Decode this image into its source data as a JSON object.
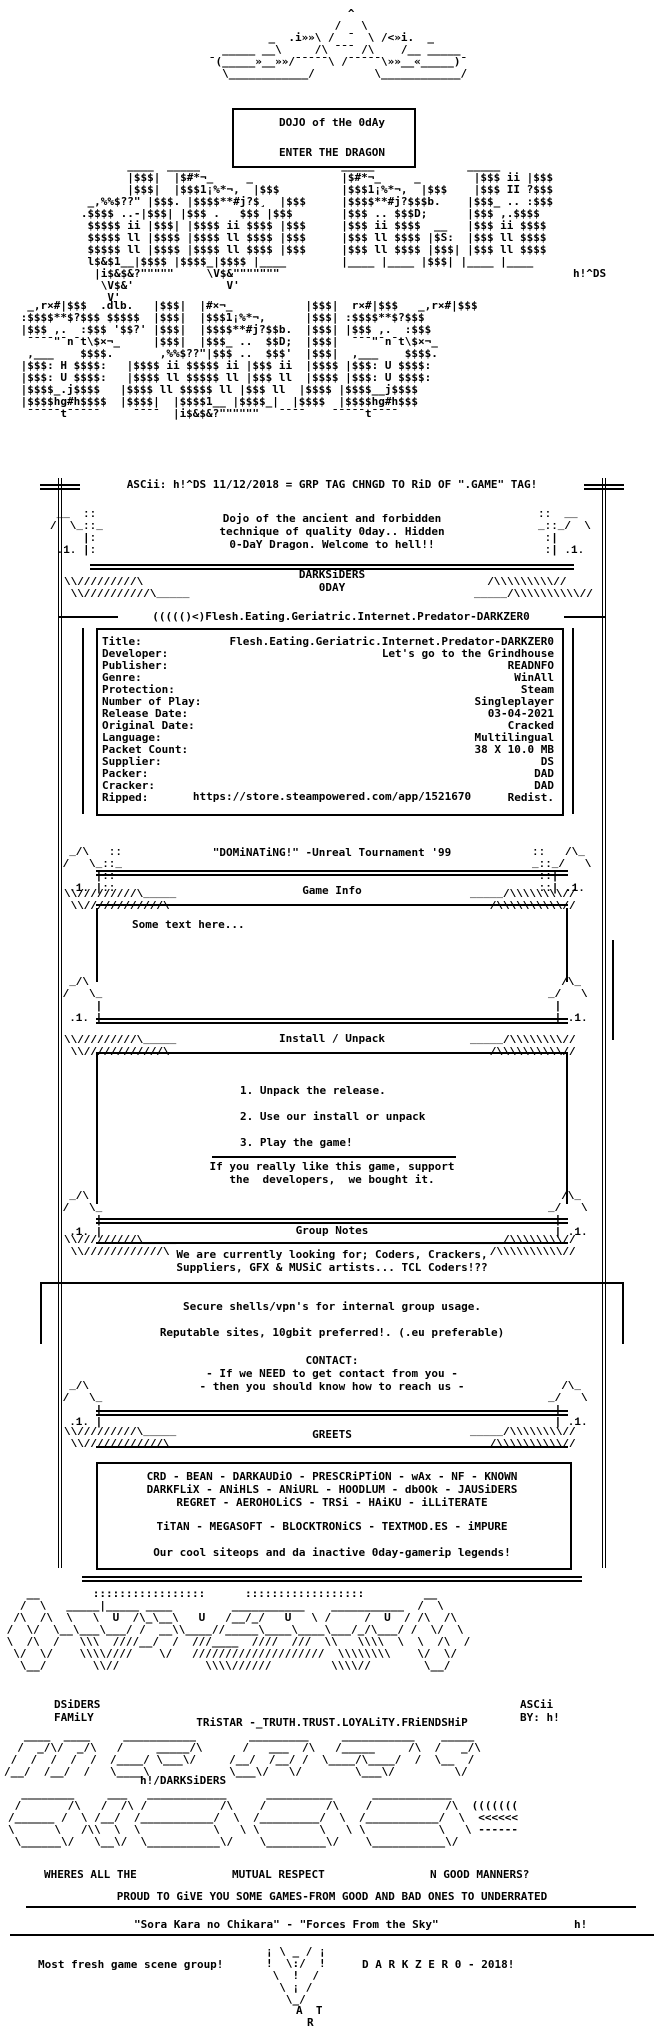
{
  "header": {
    "title": "DOJO of tHe 0dAy",
    "subtitle": "ENTER THE DRAGON",
    "tag": "ASCii: h!^DS 11/12/2018 = GRP TAG CHNGD TO RiD OF \".GAME\" TAG!"
  },
  "intro": {
    "line1": "Dojo of the ancient and forbidden",
    "line2": "technique of quality 0day.. Hidden",
    "line3": "0-DaY Dragon. Welcome to hell!!"
  },
  "group": {
    "name": "DARKSiDERS",
    "sub": "0DAY"
  },
  "release": {
    "banner": "((((()<)Flesh.Eating.Geriatric.Internet.Predator-DARKZER0",
    "fields": [
      {
        "key": "Title:",
        "value": "Flesh.Eating.Geriatric.Internet.Predator-DARKZER0"
      },
      {
        "key": "Developer:",
        "value": "Let's go to the Grindhouse"
      },
      {
        "key": "Publisher:",
        "value": "READNFO"
      },
      {
        "key": "Genre:",
        "value": "WinAll"
      },
      {
        "key": "Protection:",
        "value": "Steam"
      },
      {
        "key": "Number of Play:",
        "value": "Singleplayer"
      },
      {
        "key": "Release Date:",
        "value": "03-04-2021"
      },
      {
        "key": "Original Date:",
        "value": "Cracked"
      },
      {
        "key": "Language:",
        "value": "Multilingual"
      },
      {
        "key": "Packet Count:",
        "value": "38 X 10.0 MB"
      },
      {
        "key": "Supplier:",
        "value": "DS"
      },
      {
        "key": "Packer:",
        "value": "DAD"
      },
      {
        "key": "Cracker:",
        "value": "DAD"
      },
      {
        "key": "Ripped:",
        "value": "Redist."
      }
    ],
    "url": "https://store.steampowered.com/app/1521670"
  },
  "quote": "\"DOMiNATiNG!\" -Unreal Tournament '99",
  "game_info": {
    "title": "Game Info",
    "text": "Some text here..."
  },
  "install": {
    "title": "Install / Unpack",
    "steps": [
      "1. Unpack the release.",
      "2. Use our install or unpack",
      "3. Play the game!"
    ],
    "support1": "If you really like this game, support",
    "support2": "the  developers,  we bought it."
  },
  "group_notes": {
    "title": "Group Notes",
    "line1": "We are currently looking for; Coders, Crackers,",
    "line2": "Suppliers, GFX & MUSiC artists... TCL Coders!??",
    "shells": "Secure shells/vpn's for internal group usage.",
    "sites": "Reputable sites, 10gbit preferred!. (.eu preferable)",
    "contact_title": "CONTACT:",
    "contact1": "- If we NEED to get contact from you -",
    "contact2": "- then you should know how to reach us -"
  },
  "greets": {
    "title": "GREETS",
    "line1": "CRD - BEAN - DARKAUDiO - PRESCRiPTiON - wAx - NF - KNOWN",
    "line2": "DARKFLiX - ANiHLS - ANiURL - HOODLUM - dbOOk - JAUSiDERS",
    "line3": "REGRET - AEROHOLiCS - TRSi - HAiKU - iLLiTERATE",
    "line4": "TiTAN - MEGASOFT - BLOCKTRONiCS - TEXTMOD.ES - iMPURE",
    "line5": "Our cool siteops and da inactive 0day-gamerip legends!"
  },
  "footer": {
    "dsiders": "DSiDERS",
    "family": "FAMiLY",
    "ascii_by": "ASCii",
    "by": "BY: h!",
    "motto": "TRiSTAR -_TRUTH.TRUST.LOYALiTY.FRiENDSHiP",
    "artist": "h!/DARKSiDERS",
    "wheres": "WHERES ALL THE",
    "respect": "MUTUAL RESPECT",
    "manners": "N GOOD MANNERS?",
    "proud": "PROUD TO GiVE YOU SOME GAMES-FROM GOOD AND BAD ONES TO UNDERRATED",
    "songs": "\"Sora Kara no Chikara\" - \"Forces From the Sky\"",
    "sig": "h!",
    "fresh": "Most fresh game scene group!",
    "brand": "D A R K Z E R 0 - 2018!",
    "air": "A  T",
    "air2": "R"
  }
}
